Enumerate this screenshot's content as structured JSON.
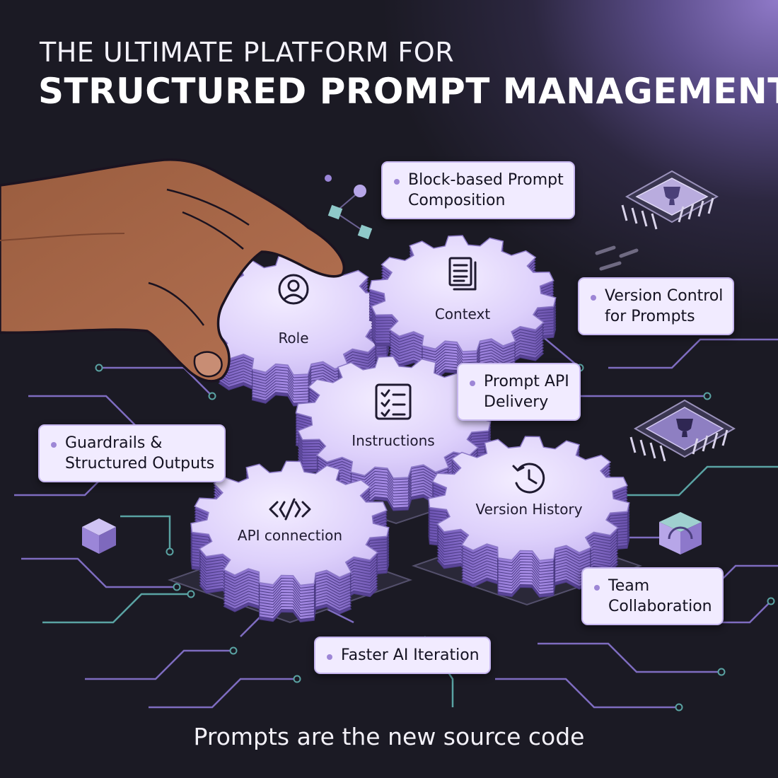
{
  "title": {
    "line1": "THE ULTIMATE PLATFORM FOR",
    "line2": "STRUCTURED PROMPT MANAGEMENT"
  },
  "gears": [
    {
      "id": "role",
      "label": "Role",
      "icon": "user-circle-icon"
    },
    {
      "id": "context",
      "label": "Context",
      "icon": "documents-icon"
    },
    {
      "id": "instructions",
      "label": "Instructions",
      "icon": "checklist-icon"
    },
    {
      "id": "api",
      "label": "API connection",
      "icon": "code-brackets-icon"
    },
    {
      "id": "version",
      "label": "Version History",
      "icon": "history-clock-icon"
    }
  ],
  "callouts": [
    {
      "id": "block",
      "lines": [
        "Block-based Prompt",
        "Composition"
      ]
    },
    {
      "id": "version-control",
      "lines": [
        "Version Control",
        "for Prompts"
      ]
    },
    {
      "id": "api-delivery",
      "lines": [
        "Prompt API",
        "Delivery"
      ]
    },
    {
      "id": "guardrails",
      "lines": [
        "Guardrails &",
        "Structured Outputs"
      ]
    },
    {
      "id": "team",
      "lines": [
        "Team",
        "Collaboration"
      ]
    },
    {
      "id": "faster",
      "lines": [
        "Faster AI Iteration"
      ]
    }
  ],
  "decorations": {
    "chips": [
      "trophy-chip-icon",
      "trophy-chip-icon"
    ],
    "hand": "hand-illustration",
    "cubes": [
      "cube-icon",
      "headphones-cube-icon"
    ]
  },
  "footer": {
    "tagline": "Prompts are the new source code"
  },
  "colors": {
    "background": "#1b1a24",
    "glow": "#8f79c8",
    "gear_face": "#ddd0fb",
    "gear_side": "#8d70d6",
    "callout_bg": "#f1ebff",
    "circuit": "#7e6cc0",
    "circuit_teal": "#5aa3a3"
  }
}
